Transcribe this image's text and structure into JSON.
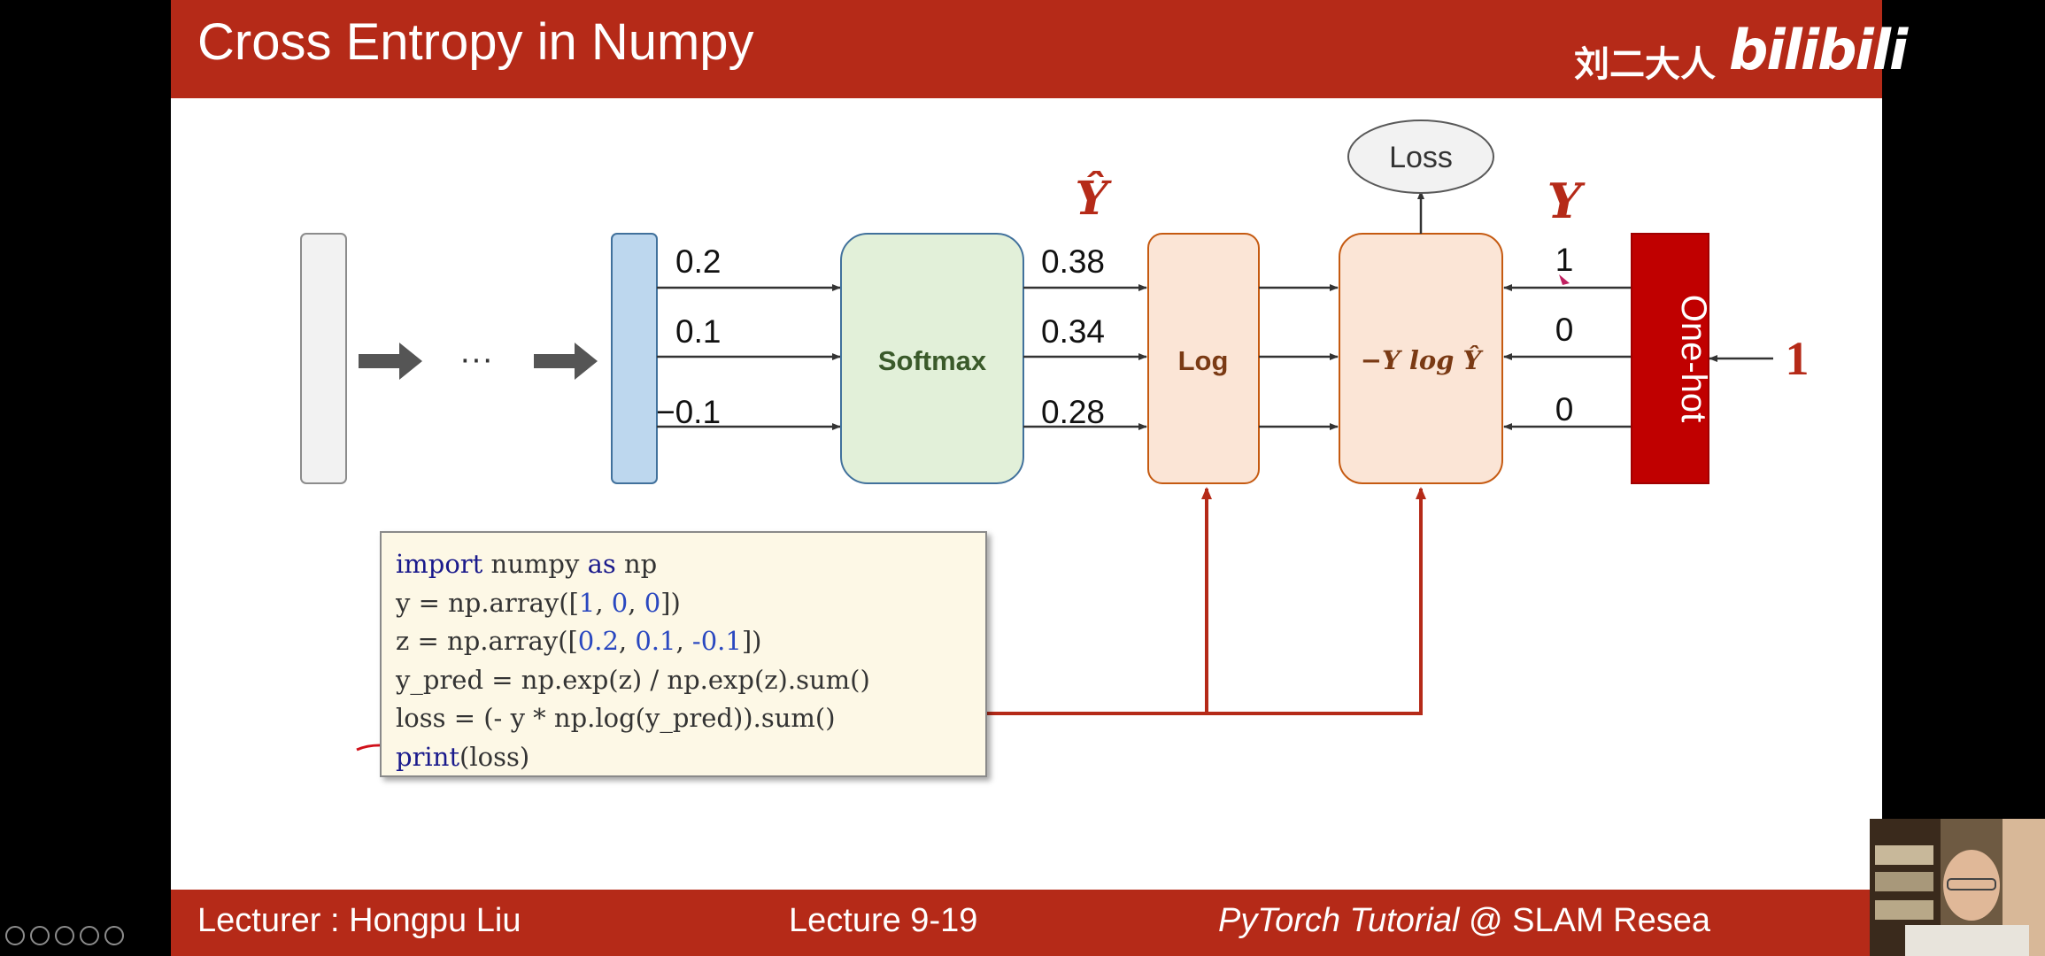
{
  "slide": {
    "title": "Cross Entropy in Numpy",
    "brand_cn": "刘二大人",
    "brand_logo": "bilibili"
  },
  "footer": {
    "lecturer": "Lecturer : Hongpu Liu",
    "lecture": "Lecture 9-19",
    "course_italic": "PyTorch Tutorial",
    "course_rest": " @ SLAM Resea"
  },
  "diagram": {
    "ellipsis": "···",
    "logits": [
      "0.2",
      "0.1",
      "−0.1"
    ],
    "softmax_label": "Softmax",
    "y_hat_symbol": "Ŷ",
    "probs": [
      "0.38",
      "0.34",
      "0.28"
    ],
    "log_label": "Log",
    "loss_formula": "−Y log Ŷ",
    "loss_label": "Loss",
    "y_symbol": "Y",
    "onehot_values": [
      "1",
      "0",
      "0"
    ],
    "onehot_label": "One-hot",
    "class_input": "1"
  },
  "code": {
    "lines": [
      "import numpy as np",
      "y = np.array([1, 0, 0])",
      "z = np.array([0.2, 0.1, -0.1])",
      "y_pred = np.exp(z) / np.exp(z).sum()",
      "loss = (- y * np.log(y_pred)).sum()",
      "print(loss)"
    ]
  },
  "colors": {
    "header_red": "#b52a18",
    "softmax_green": "#e2f0d9",
    "log_orange": "#fbe5d6",
    "onehot_red": "#c00000",
    "annotation_red": "#b52a18"
  }
}
